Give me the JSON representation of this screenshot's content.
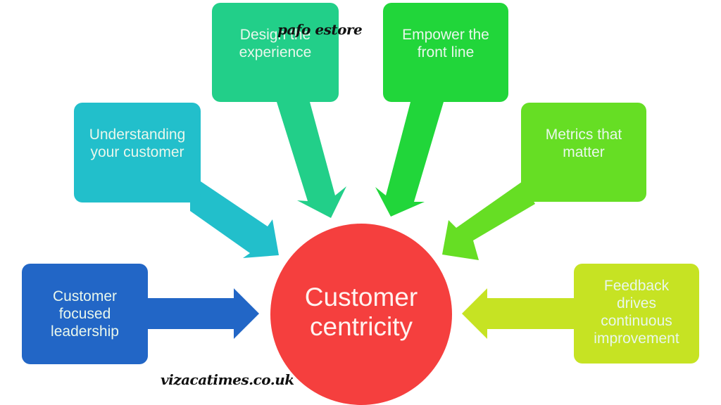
{
  "diagram": {
    "title": "Customer centricity",
    "center": {
      "label": "Customer\ncentricity",
      "color": "#f53f3e"
    },
    "nodes": [
      {
        "id": "blue",
        "label": "Customer\nfocused\nleadership",
        "color": "#2266c6"
      },
      {
        "id": "teal",
        "label": "Understanding\nyour customer",
        "color": "#22bfcb"
      },
      {
        "id": "design",
        "label": "Design the\nexperience",
        "color": "#22cf89"
      },
      {
        "id": "empower",
        "label": "Empower the\nfront line",
        "color": "#21d63a"
      },
      {
        "id": "metrics",
        "label": "Metrics that\nmatter",
        "color": "#66de24"
      },
      {
        "id": "lime",
        "label": "Feedback\ndrives\ncontinuous\nimprovement",
        "color": "#c6e323"
      }
    ],
    "edges": [
      {
        "from": "blue",
        "to": "center"
      },
      {
        "from": "teal",
        "to": "center"
      },
      {
        "from": "design",
        "to": "center"
      },
      {
        "from": "empower",
        "to": "center"
      },
      {
        "from": "metrics",
        "to": "center"
      },
      {
        "from": "lime",
        "to": "center"
      }
    ]
  },
  "watermarks": {
    "top": "pafo estore",
    "bottom": "vizacatimes.co.uk"
  }
}
